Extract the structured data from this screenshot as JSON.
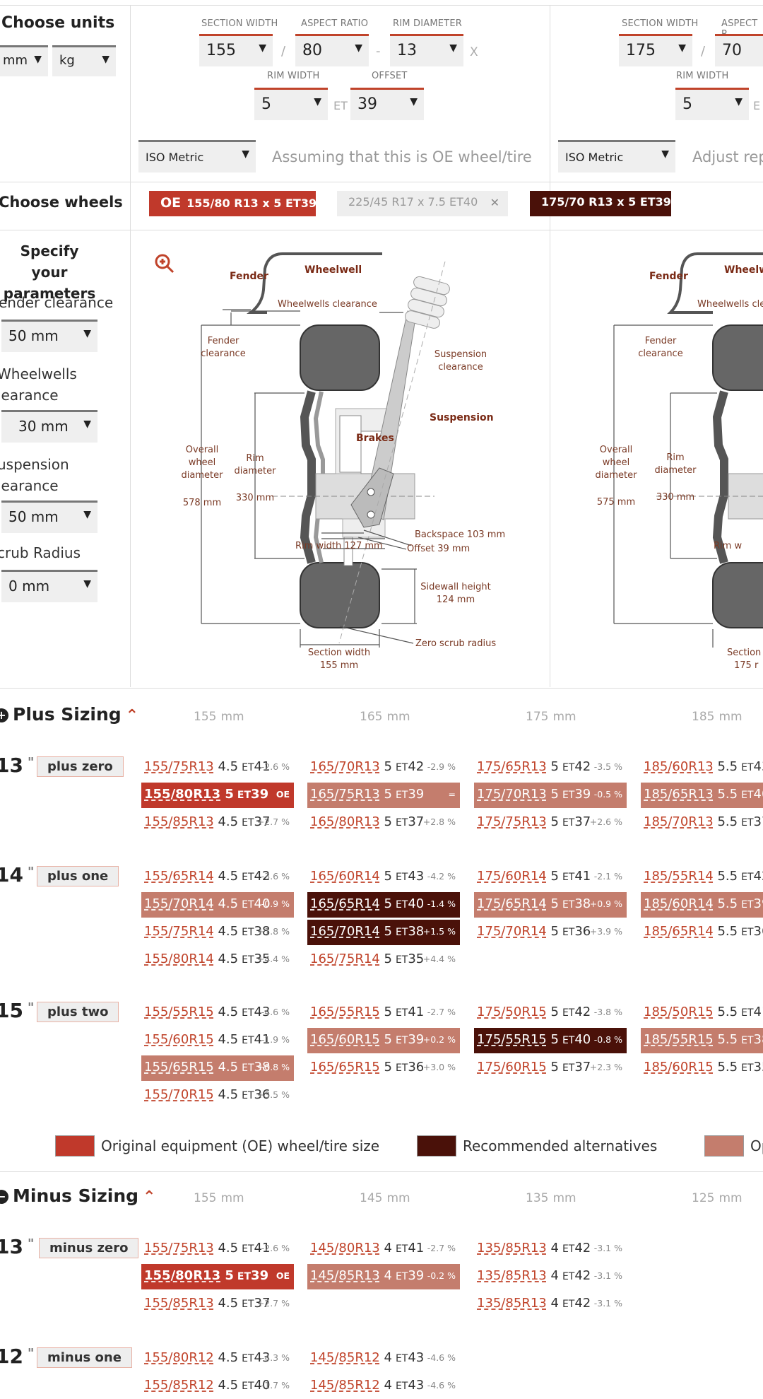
{
  "colors": {
    "oe": "#c0392b",
    "recommended": "#4a1109",
    "optional": "#c47d6d",
    "accent": "#c0432a"
  },
  "units": {
    "title": "Choose units",
    "length": "mm",
    "weight": "kg"
  },
  "panel1": {
    "section_width": {
      "label": "SECTION WIDTH",
      "value": "155"
    },
    "aspect_ratio": {
      "label": "ASPECT RATIO",
      "value": "80"
    },
    "rim_diameter": {
      "label": "RIM DIAMETER",
      "value": "13"
    },
    "rim_width": {
      "label": "RIM WIDTH",
      "value": "5"
    },
    "offset": {
      "label": "OFFSET",
      "value": "39"
    },
    "sep1": "/",
    "sep2": "-",
    "sep3": "X",
    "et": "ET",
    "standard": "ISO Metric",
    "note": "Assuming that this is OE wheel/tire"
  },
  "panel2": {
    "section_width": {
      "label": "SECTION WIDTH",
      "value": "175"
    },
    "aspect_ratio": {
      "label": "ASPECT R",
      "value": "70"
    },
    "rim_width": {
      "label": "RIM WIDTH",
      "value": "5"
    },
    "sep1": "/",
    "et": "E",
    "standard": "ISO Metric",
    "note": "Adjust rep"
  },
  "wheels": {
    "title": "Choose wheels",
    "oe_prefix": "OE",
    "oe": "155/80 R13 x 5 ET39",
    "alt": "225/45 R17 x 7.5 ET40",
    "alt_close": "✕",
    "selected": "175/70 R13 x 5 ET39"
  },
  "params": {
    "title1": "Specify your",
    "title2": "parameters",
    "fender_label": "ender clearance",
    "fender_value": "50 mm",
    "wheelwells_label1": "Wheelwells",
    "wheelwells_label2": "learance",
    "wheelwells_value": "30 mm",
    "suspension_label1": "uspension",
    "suspension_label2": "learance",
    "suspension_value": "50 mm",
    "scrub_label": "crub Radius",
    "scrub_value": "0 mm"
  },
  "diagram1": {
    "fender": "Fender",
    "wheelwell": "Wheelwell",
    "wheelwells_clearance": "Wheelwells clearance",
    "fender_clearance1": "Fender",
    "fender_clearance2": "clearance",
    "suspension_clearance1": "Suspension",
    "suspension_clearance2": "clearance",
    "suspension": "Suspension",
    "brakes": "Brakes",
    "overall1": "Overall",
    "overall2": "wheel",
    "overall3": "diameter",
    "overall_value": "578 mm",
    "rim1": "Rim",
    "rim2": "diameter",
    "rim_value": "330 mm",
    "backspace": "Backspace 103 mm",
    "offset": "Offset 39 mm",
    "rim_width": "Rim width 127 mm",
    "sidewall1": "Sidewall height",
    "sidewall2": "124 mm",
    "section1": "Section width",
    "section2": "155 mm",
    "scrub": "Zero scrub radius"
  },
  "diagram2": {
    "fender": "Fender",
    "wheelwell": "Wheelw",
    "wheelwells_clearance": "Wheelwells cle",
    "fender_clearance1": "Fender",
    "fender_clearance2": "clearance",
    "overall1": "Overall",
    "overall2": "wheel",
    "overall3": "diameter",
    "overall_value": "575 mm",
    "rim1": "Rim",
    "rim2": "diameter",
    "rim_value": "330 mm",
    "rim_width": "Rim w",
    "section1": "Section",
    "section2": "175 r"
  },
  "plus": {
    "title": "Plus Sizing",
    "cols": [
      {
        "v": "155",
        "u": "mm"
      },
      {
        "v": "165",
        "u": "mm"
      },
      {
        "v": "175",
        "u": "mm"
      },
      {
        "v": "185",
        "u": "mm"
      }
    ],
    "groups": [
      {
        "rim": "13",
        "tag": "plus zero",
        "rows": [
          [
            {
              "s": "155/75R13",
              "w": "4.5",
              "et": "41",
              "d": "-2.6 %",
              "t": ""
            },
            {
              "s": "165/70R13",
              "w": "5",
              "et": "42",
              "d": "-2.9 %",
              "t": ""
            },
            {
              "s": "175/65R13",
              "w": "5",
              "et": "42",
              "d": "-3.5 %",
              "t": ""
            },
            {
              "s": "185/60R13",
              "w": "5.5",
              "et": "43",
              "d": "",
              "t": ""
            }
          ],
          [
            {
              "s": "155/80R13",
              "w": "5",
              "et": "39",
              "d": "OE",
              "t": "oe"
            },
            {
              "s": "165/75R13",
              "w": "5",
              "et": "39",
              "d": "=",
              "t": "opt"
            },
            {
              "s": "175/70R13",
              "w": "5",
              "et": "39",
              "d": "-0.5 %",
              "t": "opt"
            },
            {
              "s": "185/65R13",
              "w": "5.5",
              "et": "40",
              "d": "",
              "t": "opt"
            }
          ],
          [
            {
              "s": "155/85R13",
              "w": "4.5",
              "et": "37",
              "d": "+2.7 %",
              "t": ""
            },
            {
              "s": "165/80R13",
              "w": "5",
              "et": "37",
              "d": "+2.8 %",
              "t": ""
            },
            {
              "s": "175/75R13",
              "w": "5",
              "et": "37",
              "d": "+2.6 %",
              "t": ""
            },
            {
              "s": "185/70R13",
              "w": "5.5",
              "et": "37",
              "d": "",
              "t": ""
            }
          ]
        ]
      },
      {
        "rim": "14",
        "tag": "plus one",
        "rows": [
          [
            {
              "s": "155/65R14",
              "w": "4.5",
              "et": "42",
              "d": "-3.6 %",
              "t": ""
            },
            {
              "s": "165/60R14",
              "w": "5",
              "et": "43",
              "d": "-4.2 %",
              "t": ""
            },
            {
              "s": "175/60R14",
              "w": "5",
              "et": "41",
              "d": "-2.1 %",
              "t": ""
            },
            {
              "s": "185/55R14",
              "w": "5.5",
              "et": "42",
              "d": "",
              "t": ""
            }
          ],
          [
            {
              "s": "155/70R14",
              "w": "4.5",
              "et": "40",
              "d": "-0.9 %",
              "t": "opt"
            },
            {
              "s": "165/65R14",
              "w": "5",
              "et": "40",
              "d": "-1.4 %",
              "t": "rec"
            },
            {
              "s": "175/65R14",
              "w": "5",
              "et": "38",
              "d": "+0.9 %",
              "t": "opt"
            },
            {
              "s": "185/60R14",
              "w": "5.5",
              "et": "39",
              "d": "",
              "t": "opt"
            }
          ],
          [
            {
              "s": "155/75R14",
              "w": "4.5",
              "et": "38",
              "d": "+1.8 %",
              "t": ""
            },
            {
              "s": "165/70R14",
              "w": "5",
              "et": "38",
              "d": "+1.5 %",
              "t": "rec"
            },
            {
              "s": "175/70R14",
              "w": "5",
              "et": "36",
              "d": "+3.9 %",
              "t": ""
            },
            {
              "s": "185/65R14",
              "w": "5.5",
              "et": "36",
              "d": "",
              "t": ""
            }
          ],
          [
            {
              "s": "155/80R14",
              "w": "4.5",
              "et": "35",
              "d": "+4.4 %",
              "t": ""
            },
            {
              "s": "165/75R14",
              "w": "5",
              "et": "35",
              "d": "+4.4 %",
              "t": ""
            }
          ]
        ]
      },
      {
        "rim": "15",
        "tag": "plus two",
        "rows": [
          [
            {
              "s": "155/55R15",
              "w": "4.5",
              "et": "43",
              "d": "-4.6 %",
              "t": ""
            },
            {
              "s": "165/55R15",
              "w": "5",
              "et": "41",
              "d": "-2.7 %",
              "t": ""
            },
            {
              "s": "175/50R15",
              "w": "5",
              "et": "42",
              "d": "-3.8 %",
              "t": ""
            },
            {
              "s": "185/50R15",
              "w": "5.5",
              "et": "41",
              "d": "",
              "t": ""
            }
          ],
          [
            {
              "s": "155/60R15",
              "w": "4.5",
              "et": "41",
              "d": "-1.9 %",
              "t": ""
            },
            {
              "s": "165/60R15",
              "w": "5",
              "et": "39",
              "d": "+0.2 %",
              "t": "opt"
            },
            {
              "s": "175/55R15",
              "w": "5",
              "et": "40",
              "d": "-0.8 %",
              "t": "rec"
            },
            {
              "s": "185/55R15",
              "w": "5.5",
              "et": "38",
              "d": "",
              "t": "opt"
            }
          ],
          [
            {
              "s": "155/65R15",
              "w": "4.5",
              "et": "38",
              "d": "+0.8 %",
              "t": "opt"
            },
            {
              "s": "165/65R15",
              "w": "5",
              "et": "36",
              "d": "+3.0 %",
              "t": ""
            },
            {
              "s": "175/60R15",
              "w": "5",
              "et": "37",
              "d": "+2.3 %",
              "t": ""
            },
            {
              "s": "185/60R15",
              "w": "5.5",
              "et": "35",
              "d": "",
              "t": ""
            }
          ],
          [
            {
              "s": "155/70R15",
              "w": "4.5",
              "et": "36",
              "d": "+3.5 %",
              "t": ""
            }
          ]
        ]
      }
    ]
  },
  "legend": {
    "oe": "Original equipment (OE) wheel/tire size",
    "rec": "Recommended alternatives",
    "opt": "Op"
  },
  "minus": {
    "title": "Minus Sizing",
    "cols": [
      {
        "v": "155",
        "u": "mm"
      },
      {
        "v": "145",
        "u": "mm"
      },
      {
        "v": "135",
        "u": "mm"
      },
      {
        "v": "125",
        "u": "mm"
      }
    ],
    "groups": [
      {
        "rim": "13",
        "tag": "minus zero",
        "rows": [
          [
            {
              "s": "155/75R13",
              "w": "4.5",
              "et": "41",
              "d": "-2.6 %",
              "t": ""
            },
            {
              "s": "145/80R13",
              "w": "4",
              "et": "41",
              "d": "-2.7 %",
              "t": ""
            },
            {
              "s": "135/85R13",
              "w": "4",
              "et": "42",
              "d": "-3.1 %",
              "t": ""
            }
          ],
          [
            {
              "s": "155/80R13",
              "w": "5",
              "et": "39",
              "d": "OE",
              "t": "oe"
            },
            {
              "s": "145/85R13",
              "w": "4",
              "et": "39",
              "d": "-0.2 %",
              "t": "opt"
            },
            {
              "s": "135/85R13",
              "w": "4",
              "et": "42",
              "d": "-3.1 %",
              "t": ""
            }
          ],
          [
            {
              "s": "155/85R13",
              "w": "4.5",
              "et": "37",
              "d": "+2.7 %",
              "t": ""
            },
            {
              "s": "",
              "w": "",
              "et": "",
              "d": "",
              "t": "none"
            },
            {
              "s": "135/85R13",
              "w": "4",
              "et": "42",
              "d": "-3.1 %",
              "t": ""
            }
          ]
        ]
      },
      {
        "rim": "12",
        "tag": "minus one",
        "rows": [
          [
            {
              "s": "155/80R12",
              "w": "4.5",
              "et": "43",
              "d": "-4.3 %",
              "t": ""
            },
            {
              "s": "145/85R12",
              "w": "4",
              "et": "43",
              "d": "-4.6 %",
              "t": ""
            }
          ],
          [
            {
              "s": "155/85R12",
              "w": "4.5",
              "et": "40",
              "d": "-1.7 %",
              "t": ""
            },
            {
              "s": "145/85R12",
              "w": "4",
              "et": "43",
              "d": "-4.6 %",
              "t": ""
            }
          ]
        ]
      }
    ]
  }
}
